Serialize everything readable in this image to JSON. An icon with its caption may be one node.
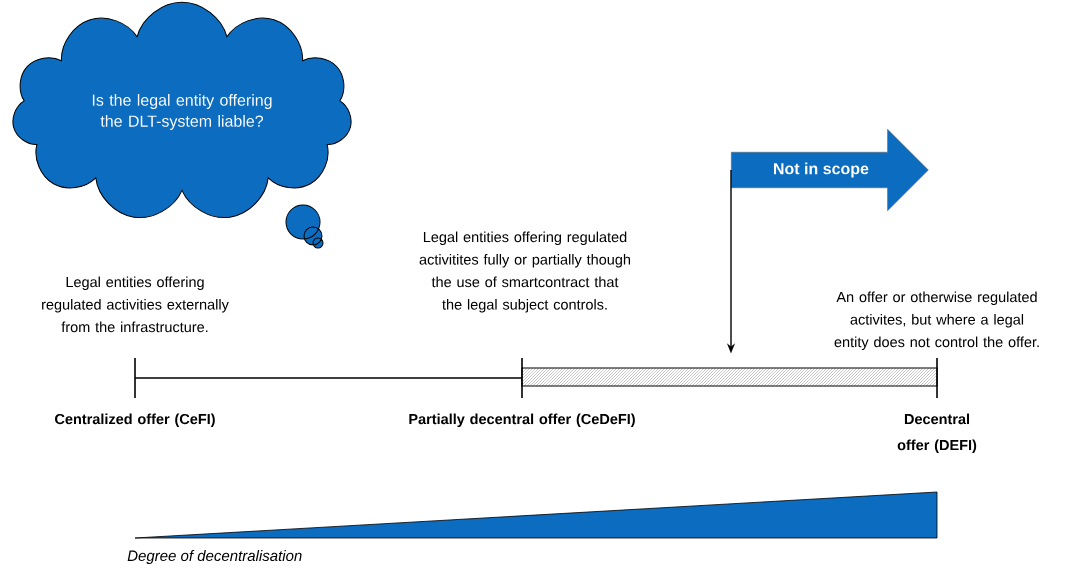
{
  "diagram": {
    "nodes": [
      {
        "text": [
          "Is the legal entity offering the DLT-system liable?"
        ]
      },
      {
        "text": [
          "Not in scope"
        ]
      },
      {
        "text": [],
        "shape": "bar"
      }
    ],
    "edges": [
      {
        "from": 1,
        "to": 2,
        "arrow": "to"
      }
    ],
    "labels": [
      "Legal entities offering regulated activitites fully or partially though the use of smartcontract that the legal subject controls.",
      "Legal entities offering regulated activities externally from the infrastructure.",
      "An offer or otherwise regulated activites, but where a legal entity does not control the offer.",
      "Centralized offer (CeFI)",
      "Partially decentral offer (CeDeFI)",
      "Decentral offer (DEFI)",
      "*Degree of decentralisation*"
    ]
  }
}
